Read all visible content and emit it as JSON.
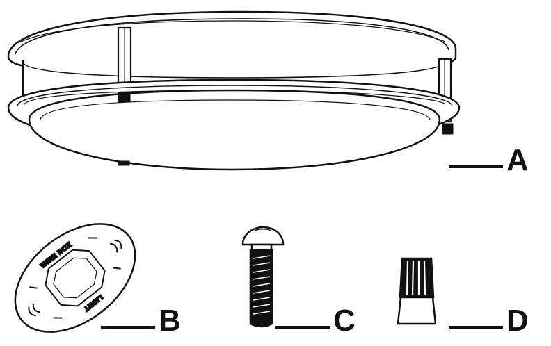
{
  "parts": [
    {
      "id": "fixture",
      "letter": "A"
    },
    {
      "id": "mounting-plate",
      "letter": "B",
      "imprint_top": "WIRE BOX",
      "imprint_bottom": "LIGHT"
    },
    {
      "id": "screw",
      "letter": "C"
    },
    {
      "id": "wire-nut",
      "letter": "D"
    }
  ],
  "colors": {
    "ink": "#111111",
    "paper": "#ffffff"
  }
}
